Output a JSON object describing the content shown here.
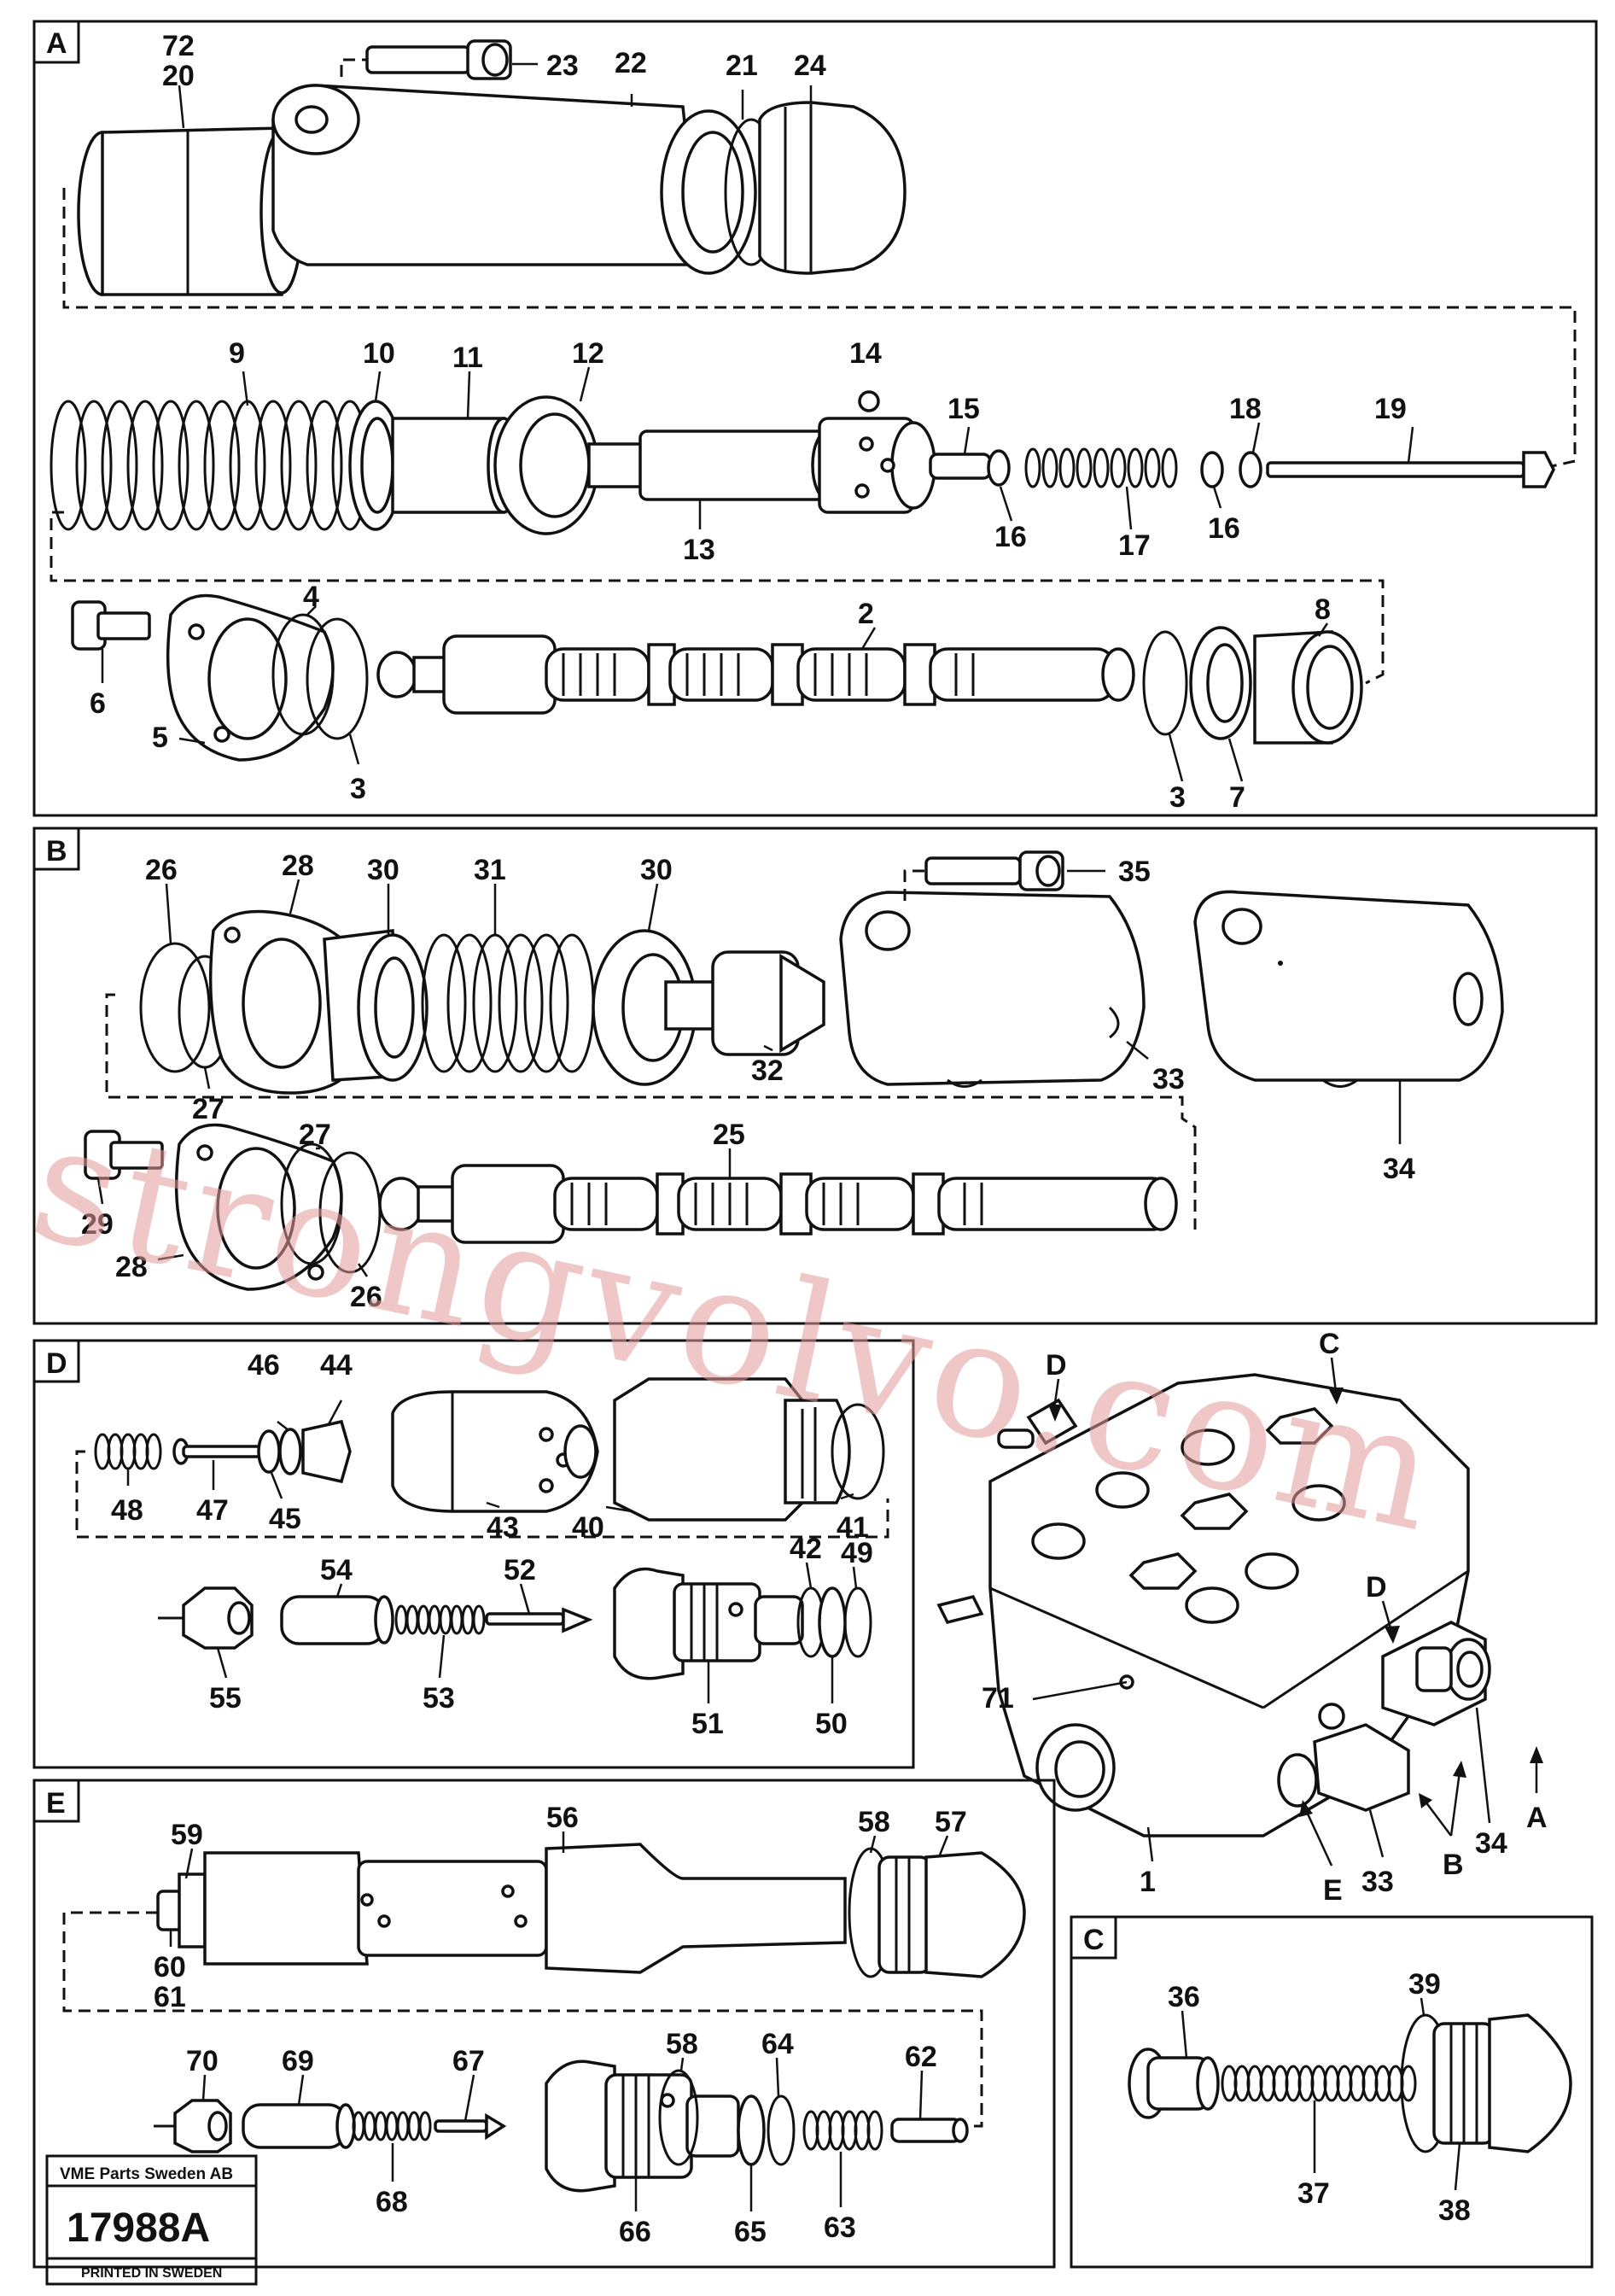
{
  "sections": {
    "A": "A",
    "B": "B",
    "C": "C",
    "D": "D",
    "E": "E"
  },
  "parts": {
    "p1": "1",
    "p2": "2",
    "p3a": "3",
    "p3b": "3",
    "p4": "4",
    "p5": "5",
    "p6": "6",
    "p7": "7",
    "p8": "8",
    "p9": "9",
    "p10": "10",
    "p11": "11",
    "p12": "12",
    "p13": "13",
    "p14": "14",
    "p15": "15",
    "p16a": "16",
    "p16b": "16",
    "p17": "17",
    "p18": "18",
    "p19": "19",
    "p20": "20",
    "p21": "21",
    "p22": "22",
    "p23": "23",
    "p24": "24",
    "p72": "72",
    "p25": "25",
    "p26a": "26",
    "p26b": "26",
    "p27a": "27",
    "p27b": "27",
    "p28a": "28",
    "p28b": "28",
    "p29": "29",
    "p30a": "30",
    "p30b": "30",
    "p31": "31",
    "p32": "32",
    "p33a": "33",
    "p33b": "33",
    "p34a": "34",
    "p34b": "34",
    "p35": "35",
    "p36": "36",
    "p37": "37",
    "p38": "38",
    "p39": "39",
    "p40": "40",
    "p41": "41",
    "p42": "42",
    "p43": "43",
    "p44": "44",
    "p45": "45",
    "p46": "46",
    "p47": "47",
    "p48": "48",
    "p49": "49",
    "p50": "50",
    "p51": "51",
    "p52": "52",
    "p53": "53",
    "p54": "54",
    "p55": "55",
    "p56": "56",
    "p57": "57",
    "p58a": "58",
    "p58b": "58",
    "p59": "59",
    "p60": "60",
    "p61": "61",
    "p62": "62",
    "p63": "63",
    "p64": "64",
    "p65": "65",
    "p66": "66",
    "p67": "67",
    "p68": "68",
    "p69": "69",
    "p70": "70",
    "p71": "71"
  },
  "callouts": {
    "arrowA": "A",
    "arrowB": "B",
    "arrowE": "E",
    "arrowD1": "D",
    "arrowD2": "D",
    "arrowC": "C"
  },
  "stamp": {
    "company": "VME Parts Sweden AB",
    "number": "17988A",
    "printed": "PRINTED IN SWEDEN"
  },
  "watermark": "strongvolvo.com",
  "colors": {
    "ink": "#111111",
    "paper": "#ffffff",
    "watermark": "#e39a9a"
  }
}
